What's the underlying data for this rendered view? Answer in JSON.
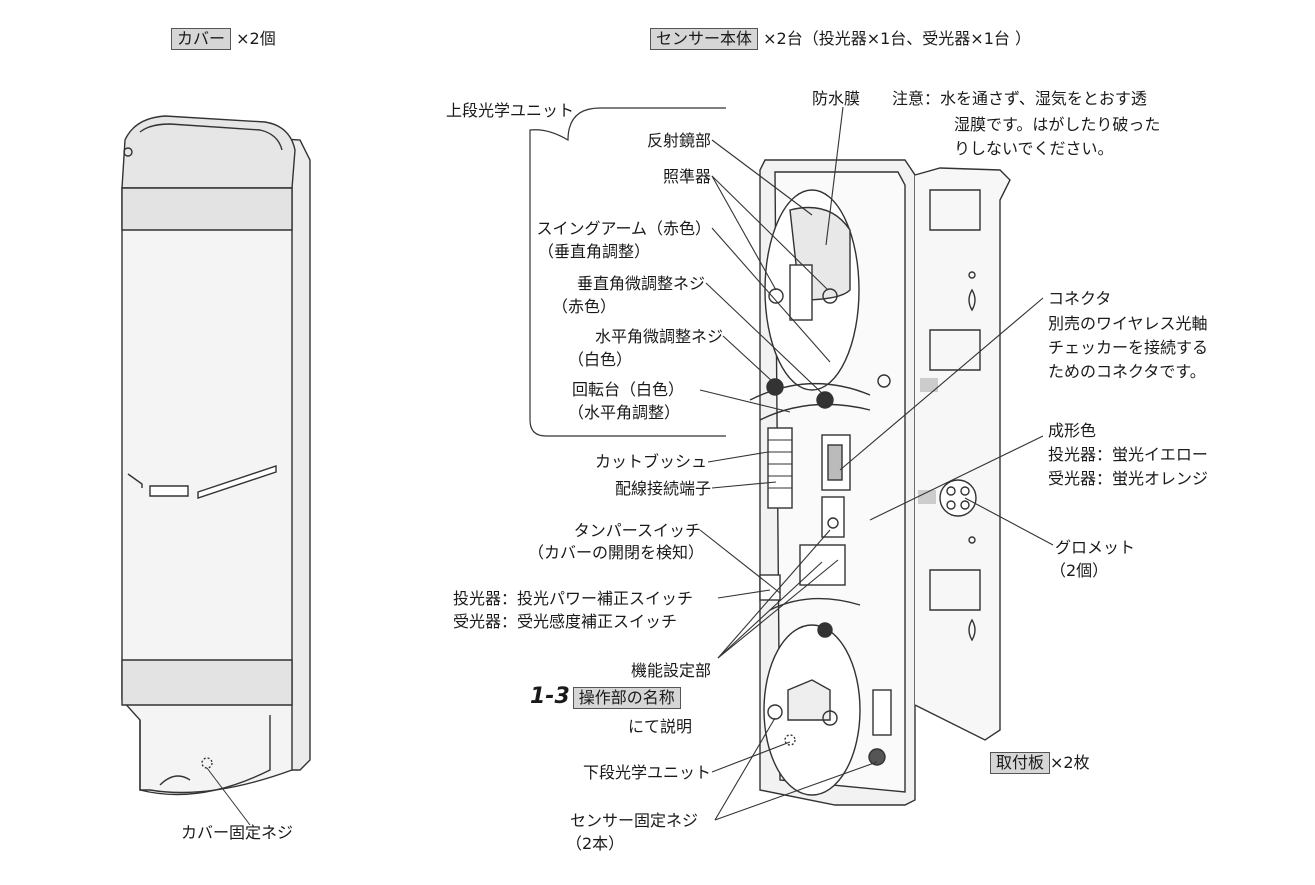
{
  "cover": {
    "name": "カバー",
    "qty": "×2個",
    "screw_label": "カバー固定ネジ"
  },
  "sensor": {
    "name": "センサー本体",
    "qty": "×2台（投光器×1台、受光器×1台 ）"
  },
  "plate": {
    "name": "取付板",
    "qty": "×2枚"
  },
  "labels": {
    "upper_unit": "上段光学ユニット",
    "reflector": "反射鏡部",
    "sight": "照準器",
    "swing_arm_1": "スイングアーム（赤色）",
    "swing_arm_2": "（垂直角調整）",
    "v_screw_1": "垂直角微調整ネジ",
    "v_screw_2": "（赤色）",
    "h_screw_1": "水平角微調整ネジ",
    "h_screw_2": "（白色）",
    "turntable_1": "回転台（白色）",
    "turntable_2": "（水平角調整）",
    "cut_bush": "カットブッシュ",
    "terminal": "配線接続端子",
    "tamper_1": "タンパースイッチ",
    "tamper_2": "（カバーの開閉を検知）",
    "power_1": "投光器：投光パワー補正スイッチ",
    "power_2": "受光器：受光感度補正スイッチ",
    "function": "機能設定部",
    "ref_num": "1-3",
    "ref_box": "操作部の名称",
    "ref_tail": "にて説明",
    "lower_unit": "下段光学ユニット",
    "sensor_screw_1": "センサー固定ネジ",
    "sensor_screw_2": "（2本）",
    "membrane": "防水膜",
    "caution_1": "注意：水を通さず、湿気をとおす透",
    "caution_2": "湿膜です。はがしたり破った",
    "caution_3": "りしないでください。",
    "connector_1": "コネクタ",
    "connector_2": "別売のワイヤレス光軸",
    "connector_3": "チェッカーを接続する",
    "connector_4": "ためのコネクタです。",
    "color_1": "成形色",
    "color_2": "投光器：蛍光イエロー",
    "color_3": "受光器：蛍光オレンジ",
    "grommet_1": "グロメット",
    "grommet_2": "（2個）"
  },
  "colors": {
    "line": "#333333",
    "box_fill": "#d6d6d6",
    "body_fill": "#f2f2f2",
    "dark_band": "#e3e3e3"
  }
}
